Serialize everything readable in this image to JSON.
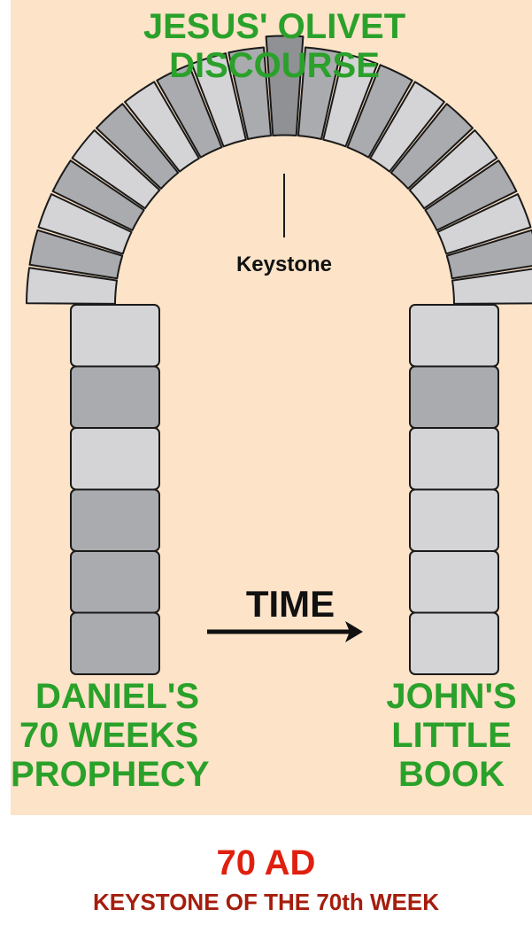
{
  "diagram": {
    "top_title": "JESUS' OLIVET DISCOURSE",
    "keystone_label": "Keystone",
    "time_label": "TIME",
    "left_base_label": "DANIEL'S 70 WEEKS PROPHECY",
    "right_base_label": "JOHN'S LITTLE BOOK",
    "top_title_lines": [
      "JESUS' OLIVET",
      "DISCOURSE"
    ],
    "left_base_lines": [
      "DANIEL'S",
      "70 WEEKS",
      "PROPHECY"
    ],
    "right_base_lines": [
      "JOHN'S",
      "LITTLE",
      "BOOK"
    ]
  },
  "caption": {
    "year": "70 AD",
    "subtitle": "KEYSTONE OF THE 70th WEEK"
  },
  "colors": {
    "background": "#fde3c8",
    "label_green": "#2aa12a",
    "caption_red": "#e0200f",
    "caption_dark_red": "#a51d0d",
    "stone_light": "#d4d4d6",
    "stone_mid": "#a9abae",
    "stone_keystone": "#8f9194",
    "stone_outline": "#1a1a1a"
  }
}
